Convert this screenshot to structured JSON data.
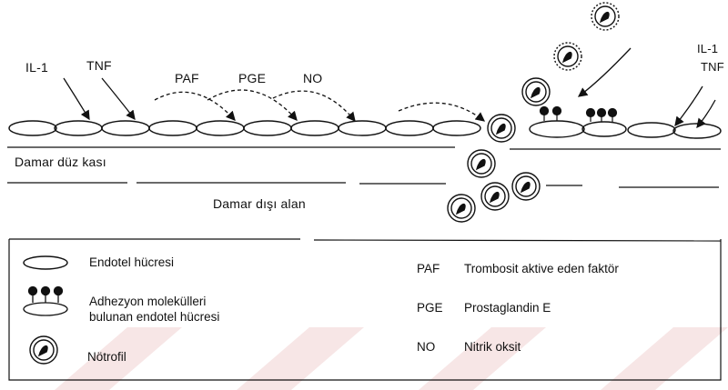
{
  "diagram": {
    "top_labels": {
      "il1_left": "IL-1",
      "tnf_left": "TNF",
      "paf": "PAF",
      "pge": "PGE",
      "no": "NO",
      "il1_right": "IL-1",
      "tnf_right": "TNF"
    },
    "region_labels": {
      "smooth_muscle": "Damar düz kası",
      "extravascular": "Damar dışı alan"
    },
    "legend": {
      "endothelial_cell": "Endotel hücresi",
      "adhesion_line1": "Adhezyon molekülleri",
      "adhesion_line2": "bulunan endotel hücresi",
      "neutrophil": "Nötrofil",
      "abbr": [
        {
          "key": "PAF",
          "text": "Trombosit aktive eden faktör"
        },
        {
          "key": "PGE",
          "text": "Prostaglandin E"
        },
        {
          "key": "NO",
          "text": "Nitrik oksit"
        }
      ]
    },
    "colors": {
      "ink": "#111111",
      "watermark": "#f6e4e4"
    }
  }
}
